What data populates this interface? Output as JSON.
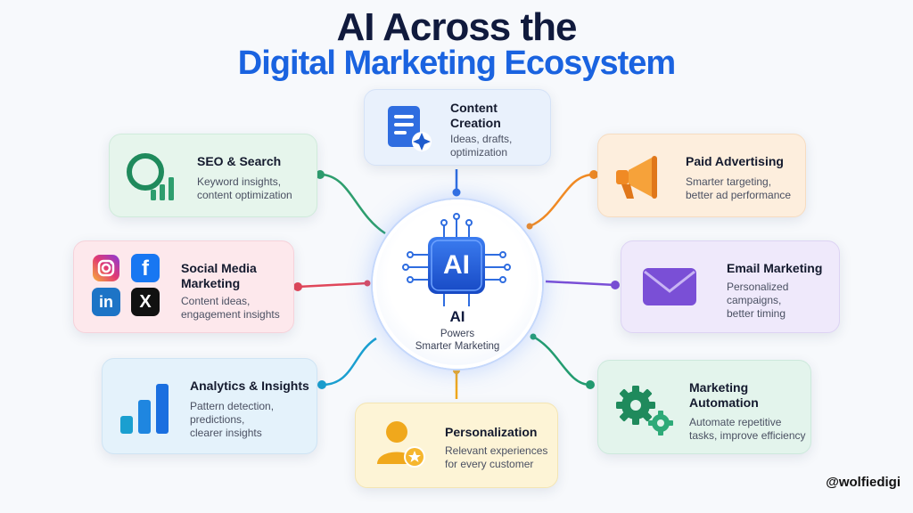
{
  "title": {
    "line1": "AI Across the",
    "line2": "Digital Marketing Ecosystem"
  },
  "hub": {
    "chip_label": "AI",
    "title": "AI",
    "subtitle_line1": "Powers",
    "subtitle_line2": "Smarter Marketing"
  },
  "cards": {
    "content": {
      "title_line1": "Content",
      "title_line2": "Creation",
      "desc_line1": "Ideas, drafts,",
      "desc_line2": "optimization",
      "icon": "document-sparkle-icon"
    },
    "seo": {
      "title": "SEO & Search",
      "desc_line1": "Keyword insights,",
      "desc_line2": "content optimization",
      "icon": "search-chart-icon"
    },
    "paid": {
      "title": "Paid Advertising",
      "desc_line1": "Smarter targeting,",
      "desc_line2": "better ad performance",
      "icon": "megaphone-icon"
    },
    "social": {
      "title_line1": "Social Media",
      "title_line2": "Marketing",
      "desc_line1": "Content ideas,",
      "desc_line2": "engagement insights",
      "icons": [
        "instagram-icon",
        "facebook-icon",
        "linkedin-icon",
        "x-icon"
      ],
      "facebook_glyph": "f",
      "linkedin_glyph": "in",
      "x_glyph": "X"
    },
    "email": {
      "title": "Email Marketing",
      "desc_line1": "Personalized",
      "desc_line2": "campaigns,",
      "desc_line3": "better timing",
      "icon": "envelope-icon"
    },
    "analytics": {
      "title": "Analytics & Insights",
      "desc_line1": "Pattern detection,",
      "desc_line2": "predictions,",
      "desc_line3": "clearer insights",
      "icon": "bar-chart-icon"
    },
    "personalization": {
      "title": "Personalization",
      "desc_line1": "Relevant experiences",
      "desc_line2": "for every customer",
      "icon": "user-star-icon"
    },
    "automation": {
      "title_line1": "Marketing",
      "title_line2": "Automation",
      "desc_line1": "Automate repetitive",
      "desc_line2": "tasks, improve efficiency",
      "icon": "gears-icon"
    }
  },
  "colors": {
    "title_dark": "#101a3d",
    "title_blue": "#1a63e0",
    "seo": "#2e9e6e",
    "content": "#2f6de0",
    "paid": "#f08a24",
    "social": "#e0475a",
    "email": "#7a4fd6",
    "analytics": "#1a9fd0",
    "personalization": "#f0a81c",
    "automation": "#239c70"
  },
  "handle": "@wolfiedigi"
}
